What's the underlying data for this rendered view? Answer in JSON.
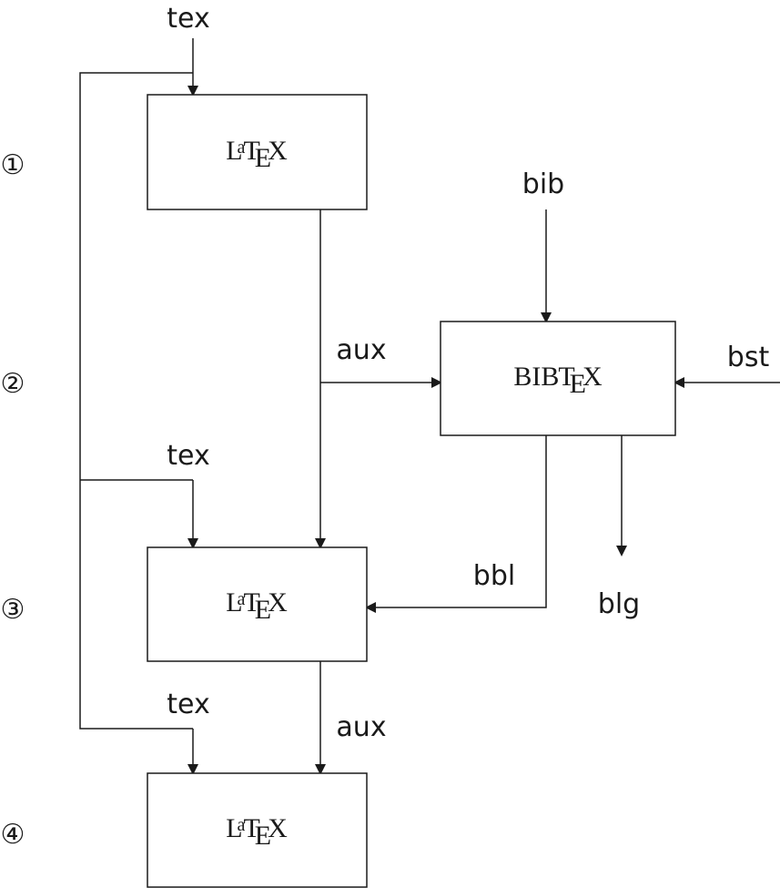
{
  "steps": [
    "①",
    "②",
    "③",
    "④"
  ],
  "nodes": {
    "latex_1": {
      "logo": {
        "l": "L",
        "a": "a",
        "t": "T",
        "e": "E",
        "x": "X"
      }
    },
    "bibtex": {
      "logo": {
        "bib": "BIB",
        "t": "T",
        "e": "E",
        "x": "X"
      }
    },
    "latex_2": {
      "logo": {
        "l": "L",
        "a": "a",
        "t": "T",
        "e": "E",
        "x": "X"
      }
    },
    "latex_3": {
      "logo": {
        "l": "L",
        "a": "a",
        "t": "T",
        "e": "E",
        "x": "X"
      }
    }
  },
  "files": {
    "tex_1": "tex",
    "tex_2": "tex",
    "tex_3": "tex",
    "bib": "bib",
    "bst": "bst",
    "aux_1": "aux",
    "aux_2": "aux",
    "bbl": "bbl",
    "blg": "blg"
  },
  "colors": {
    "line": "#1a1a1a",
    "background": "#ffffff"
  }
}
